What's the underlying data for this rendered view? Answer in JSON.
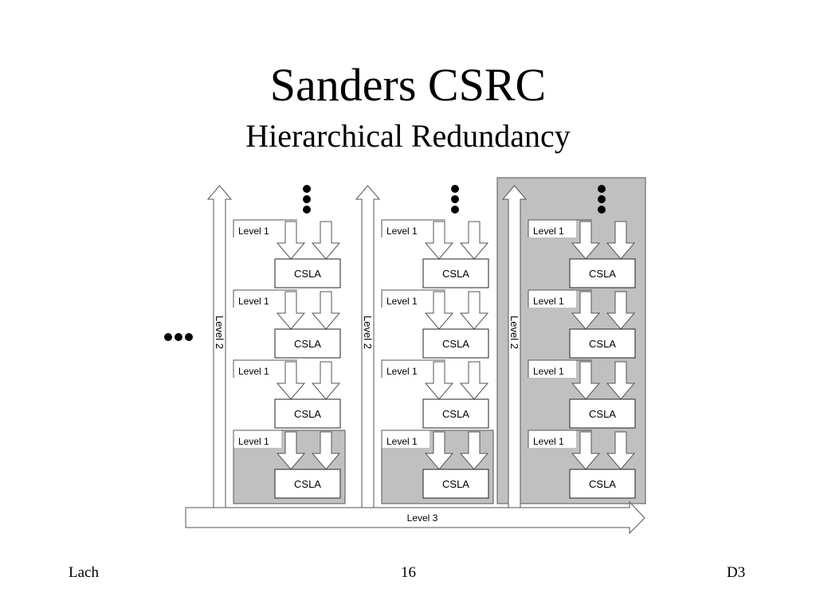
{
  "slide": {
    "title": "Sanders CSRC",
    "subtitle": "Hierarchical Redundancy"
  },
  "diagram": {
    "block_label": "CSLA",
    "level1_label": "Level 1",
    "level2_label": "Level 2",
    "level3_label": "Level 3",
    "ellipsis_symbol": "•••",
    "columns": [
      {
        "name": "column-1",
        "highlighted": false,
        "spare_row": true
      },
      {
        "name": "column-2",
        "highlighted": false,
        "spare_row": true
      },
      {
        "name": "column-3",
        "highlighted": true,
        "spare_row": false
      }
    ],
    "rows_per_column": 4,
    "colors": {
      "shade": "#c0c0c0",
      "stroke": "#555555",
      "fill": "#ffffff"
    }
  },
  "footer": {
    "left": "Lach",
    "center": "16",
    "right": "D3"
  }
}
